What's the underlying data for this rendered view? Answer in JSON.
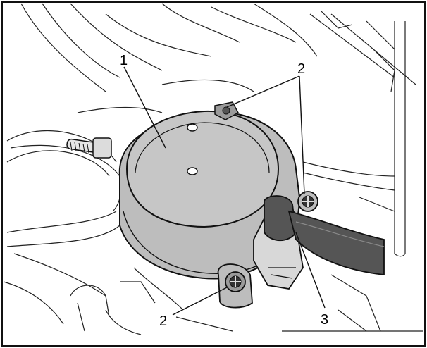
{
  "callouts": {
    "c1": "1",
    "c2a": "2",
    "c2b": "2",
    "c3": "3"
  },
  "colors": {
    "outline": "#111111",
    "component_fill": "#bdbdbd",
    "component_dark": "#8f8f8f",
    "cable_fill": "#555555",
    "background": "#ffffff"
  }
}
